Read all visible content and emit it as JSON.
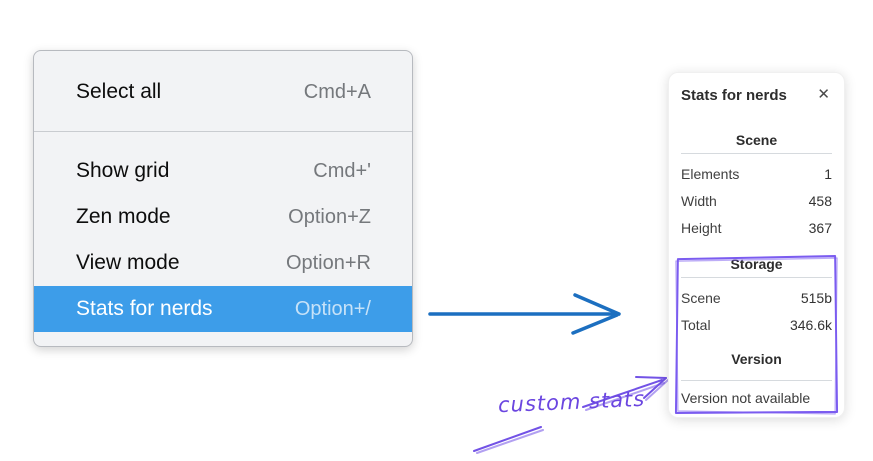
{
  "menu": {
    "items": [
      {
        "label": "Select all",
        "shortcut": "Cmd+A",
        "highlighted": false
      },
      {
        "label": "Show grid",
        "shortcut": "Cmd+'",
        "highlighted": false
      },
      {
        "label": "Zen mode",
        "shortcut": "Option+Z",
        "highlighted": false
      },
      {
        "label": "View mode",
        "shortcut": "Option+R",
        "highlighted": false
      },
      {
        "label": "Stats for nerds",
        "shortcut": "Option+/",
        "highlighted": true
      }
    ]
  },
  "stats_panel": {
    "title": "Stats for nerds",
    "close_icon": "✕",
    "scene_section": {
      "heading": "Scene",
      "rows": [
        {
          "label": "Elements",
          "value": "1"
        },
        {
          "label": "Width",
          "value": "458"
        },
        {
          "label": "Height",
          "value": "367"
        }
      ]
    },
    "storage_section": {
      "heading": "Storage",
      "rows": [
        {
          "label": "Scene",
          "value": "515b"
        },
        {
          "label": "Total",
          "value": "346.6k"
        }
      ]
    },
    "version_section": {
      "heading": "Version",
      "note": "Version not available"
    }
  },
  "annotation": {
    "label": "custom stats"
  },
  "colors": {
    "menu_highlight": "#3d9de9",
    "menu_background": "#f2f3f5",
    "arrow_blue": "#1c6fc0",
    "annotation_purple": "#6b46e0",
    "box_purple": "#7b5cf0"
  }
}
